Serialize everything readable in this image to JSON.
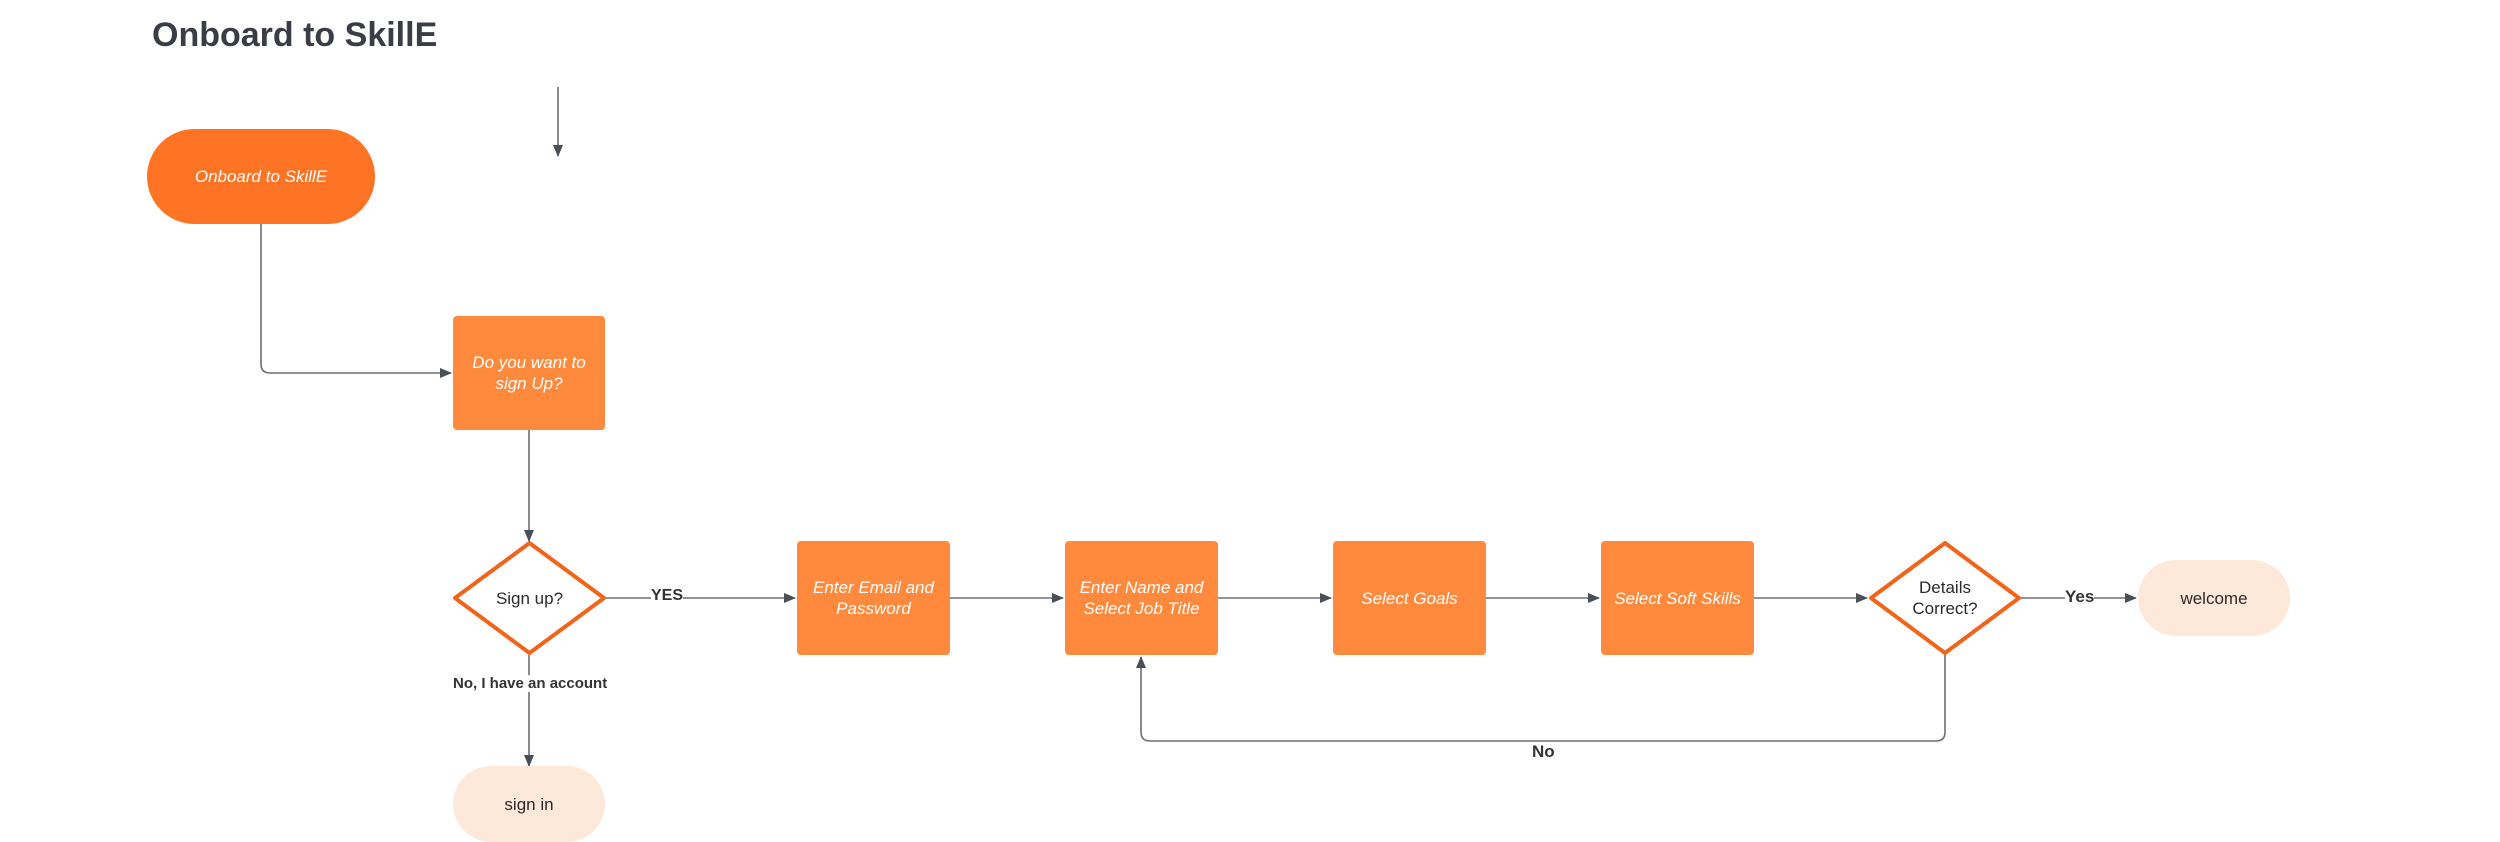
{
  "page_title": "Onboard to SkillE",
  "nodes": {
    "start": "Onboard to SkillE",
    "want_signup": "Do you want to sign Up?",
    "signup_decision": "Sign up?",
    "email_password": "Enter Email and Password",
    "name_job": "Enter Name and Select Job Title",
    "goals": "Select Goals",
    "soft_skills": "Select Soft Skills",
    "details_decision": "Details Correct?",
    "welcome": "welcome",
    "sign_in": "sign in"
  },
  "edge_labels": {
    "yes_signup": "YES",
    "no_account": "No, I have an account",
    "yes_details": "Yes",
    "no_details": "No"
  },
  "colors": {
    "terminal_dark": "#ff7324",
    "process": "#ff8a3d",
    "decision_border": "#f26419",
    "terminal_light": "#fde8d9",
    "connector": "#555a63"
  }
}
